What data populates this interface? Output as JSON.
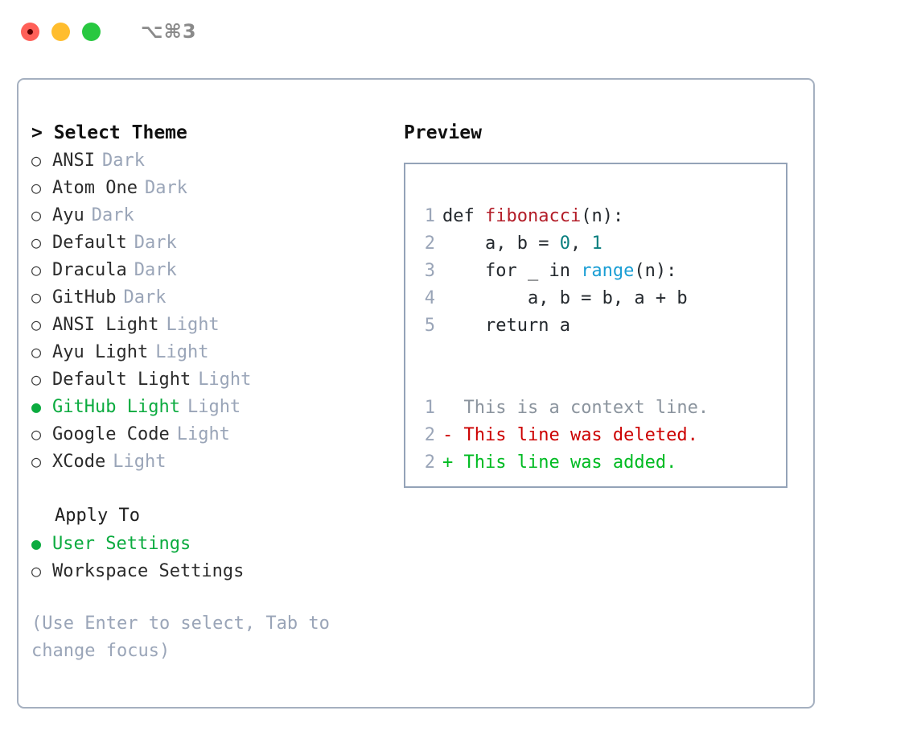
{
  "window": {
    "shortcut": "⌥⌘3",
    "traffic_lights": [
      {
        "name": "close",
        "color": "#ff6058"
      },
      {
        "name": "minimize",
        "color": "#ffbd2e"
      },
      {
        "name": "zoom",
        "color": "#28c840"
      }
    ]
  },
  "colors": {
    "accent_green": "#0bab3f",
    "muted": "#9aa5b8",
    "border": "#a5b0c0",
    "code_border": "#94a3b8",
    "diff_add": "#00bb22",
    "diff_del": "#cc0000",
    "diff_ctx": "#8b949e",
    "syntax_function": "#b31d28",
    "syntax_number": "#0a7f7f",
    "syntax_call": "#1a9ed4"
  },
  "theme_picker": {
    "heading": "> Select Theme",
    "options": [
      {
        "bullet": "○",
        "name": "ANSI",
        "tag": "Dark",
        "selected": false
      },
      {
        "bullet": "○",
        "name": "Atom One",
        "tag": "Dark",
        "selected": false
      },
      {
        "bullet": "○",
        "name": "Ayu",
        "tag": "Dark",
        "selected": false
      },
      {
        "bullet": "○",
        "name": "Default",
        "tag": "Dark",
        "selected": false
      },
      {
        "bullet": "○",
        "name": "Dracula",
        "tag": "Dark",
        "selected": false
      },
      {
        "bullet": "○",
        "name": "GitHub",
        "tag": "Dark",
        "selected": false
      },
      {
        "bullet": "○",
        "name": "ANSI Light",
        "tag": "Light",
        "selected": false
      },
      {
        "bullet": "○",
        "name": "Ayu Light",
        "tag": "Light",
        "selected": false
      },
      {
        "bullet": "○",
        "name": "Default Light",
        "tag": "Light",
        "selected": false
      },
      {
        "bullet": "●",
        "name": "GitHub Light",
        "tag": "Light",
        "selected": true
      },
      {
        "bullet": "○",
        "name": "Google Code",
        "tag": "Light",
        "selected": false
      },
      {
        "bullet": "○",
        "name": "XCode",
        "tag": "Light",
        "selected": false
      }
    ]
  },
  "apply_to": {
    "label": "Apply To",
    "options": [
      {
        "bullet": "●",
        "name": "User Settings",
        "selected": true
      },
      {
        "bullet": "○",
        "name": "Workspace Settings",
        "selected": false
      }
    ]
  },
  "hint": "(Use Enter to select, Tab to change focus)",
  "preview": {
    "title": "Preview",
    "code_lines": [
      {
        "number": "1",
        "segments": [
          {
            "text": "def ",
            "style": "plain"
          },
          {
            "text": "fibonacci",
            "style": "fn"
          },
          {
            "text": "(n):",
            "style": "plain"
          }
        ]
      },
      {
        "number": "2",
        "segments": [
          {
            "text": "    a, b = ",
            "style": "plain"
          },
          {
            "text": "0",
            "style": "num"
          },
          {
            "text": ", ",
            "style": "plain"
          },
          {
            "text": "1",
            "style": "num"
          }
        ]
      },
      {
        "number": "3",
        "segments": [
          {
            "text": "    for _ in ",
            "style": "plain"
          },
          {
            "text": "range",
            "style": "call"
          },
          {
            "text": "(n):",
            "style": "plain"
          }
        ]
      },
      {
        "number": "4",
        "segments": [
          {
            "text": "        a, b = b, a + b",
            "style": "plain"
          }
        ]
      },
      {
        "number": "5",
        "segments": [
          {
            "text": "    return a",
            "style": "plain"
          }
        ]
      }
    ],
    "diff_lines": [
      {
        "number": "1",
        "marker": " ",
        "text": " This is a context line.",
        "kind": "ctx"
      },
      {
        "number": "2",
        "marker": "-",
        "text": " This line was deleted.",
        "kind": "del"
      },
      {
        "number": "2",
        "marker": "+",
        "text": " This line was added.",
        "kind": "add"
      }
    ]
  }
}
